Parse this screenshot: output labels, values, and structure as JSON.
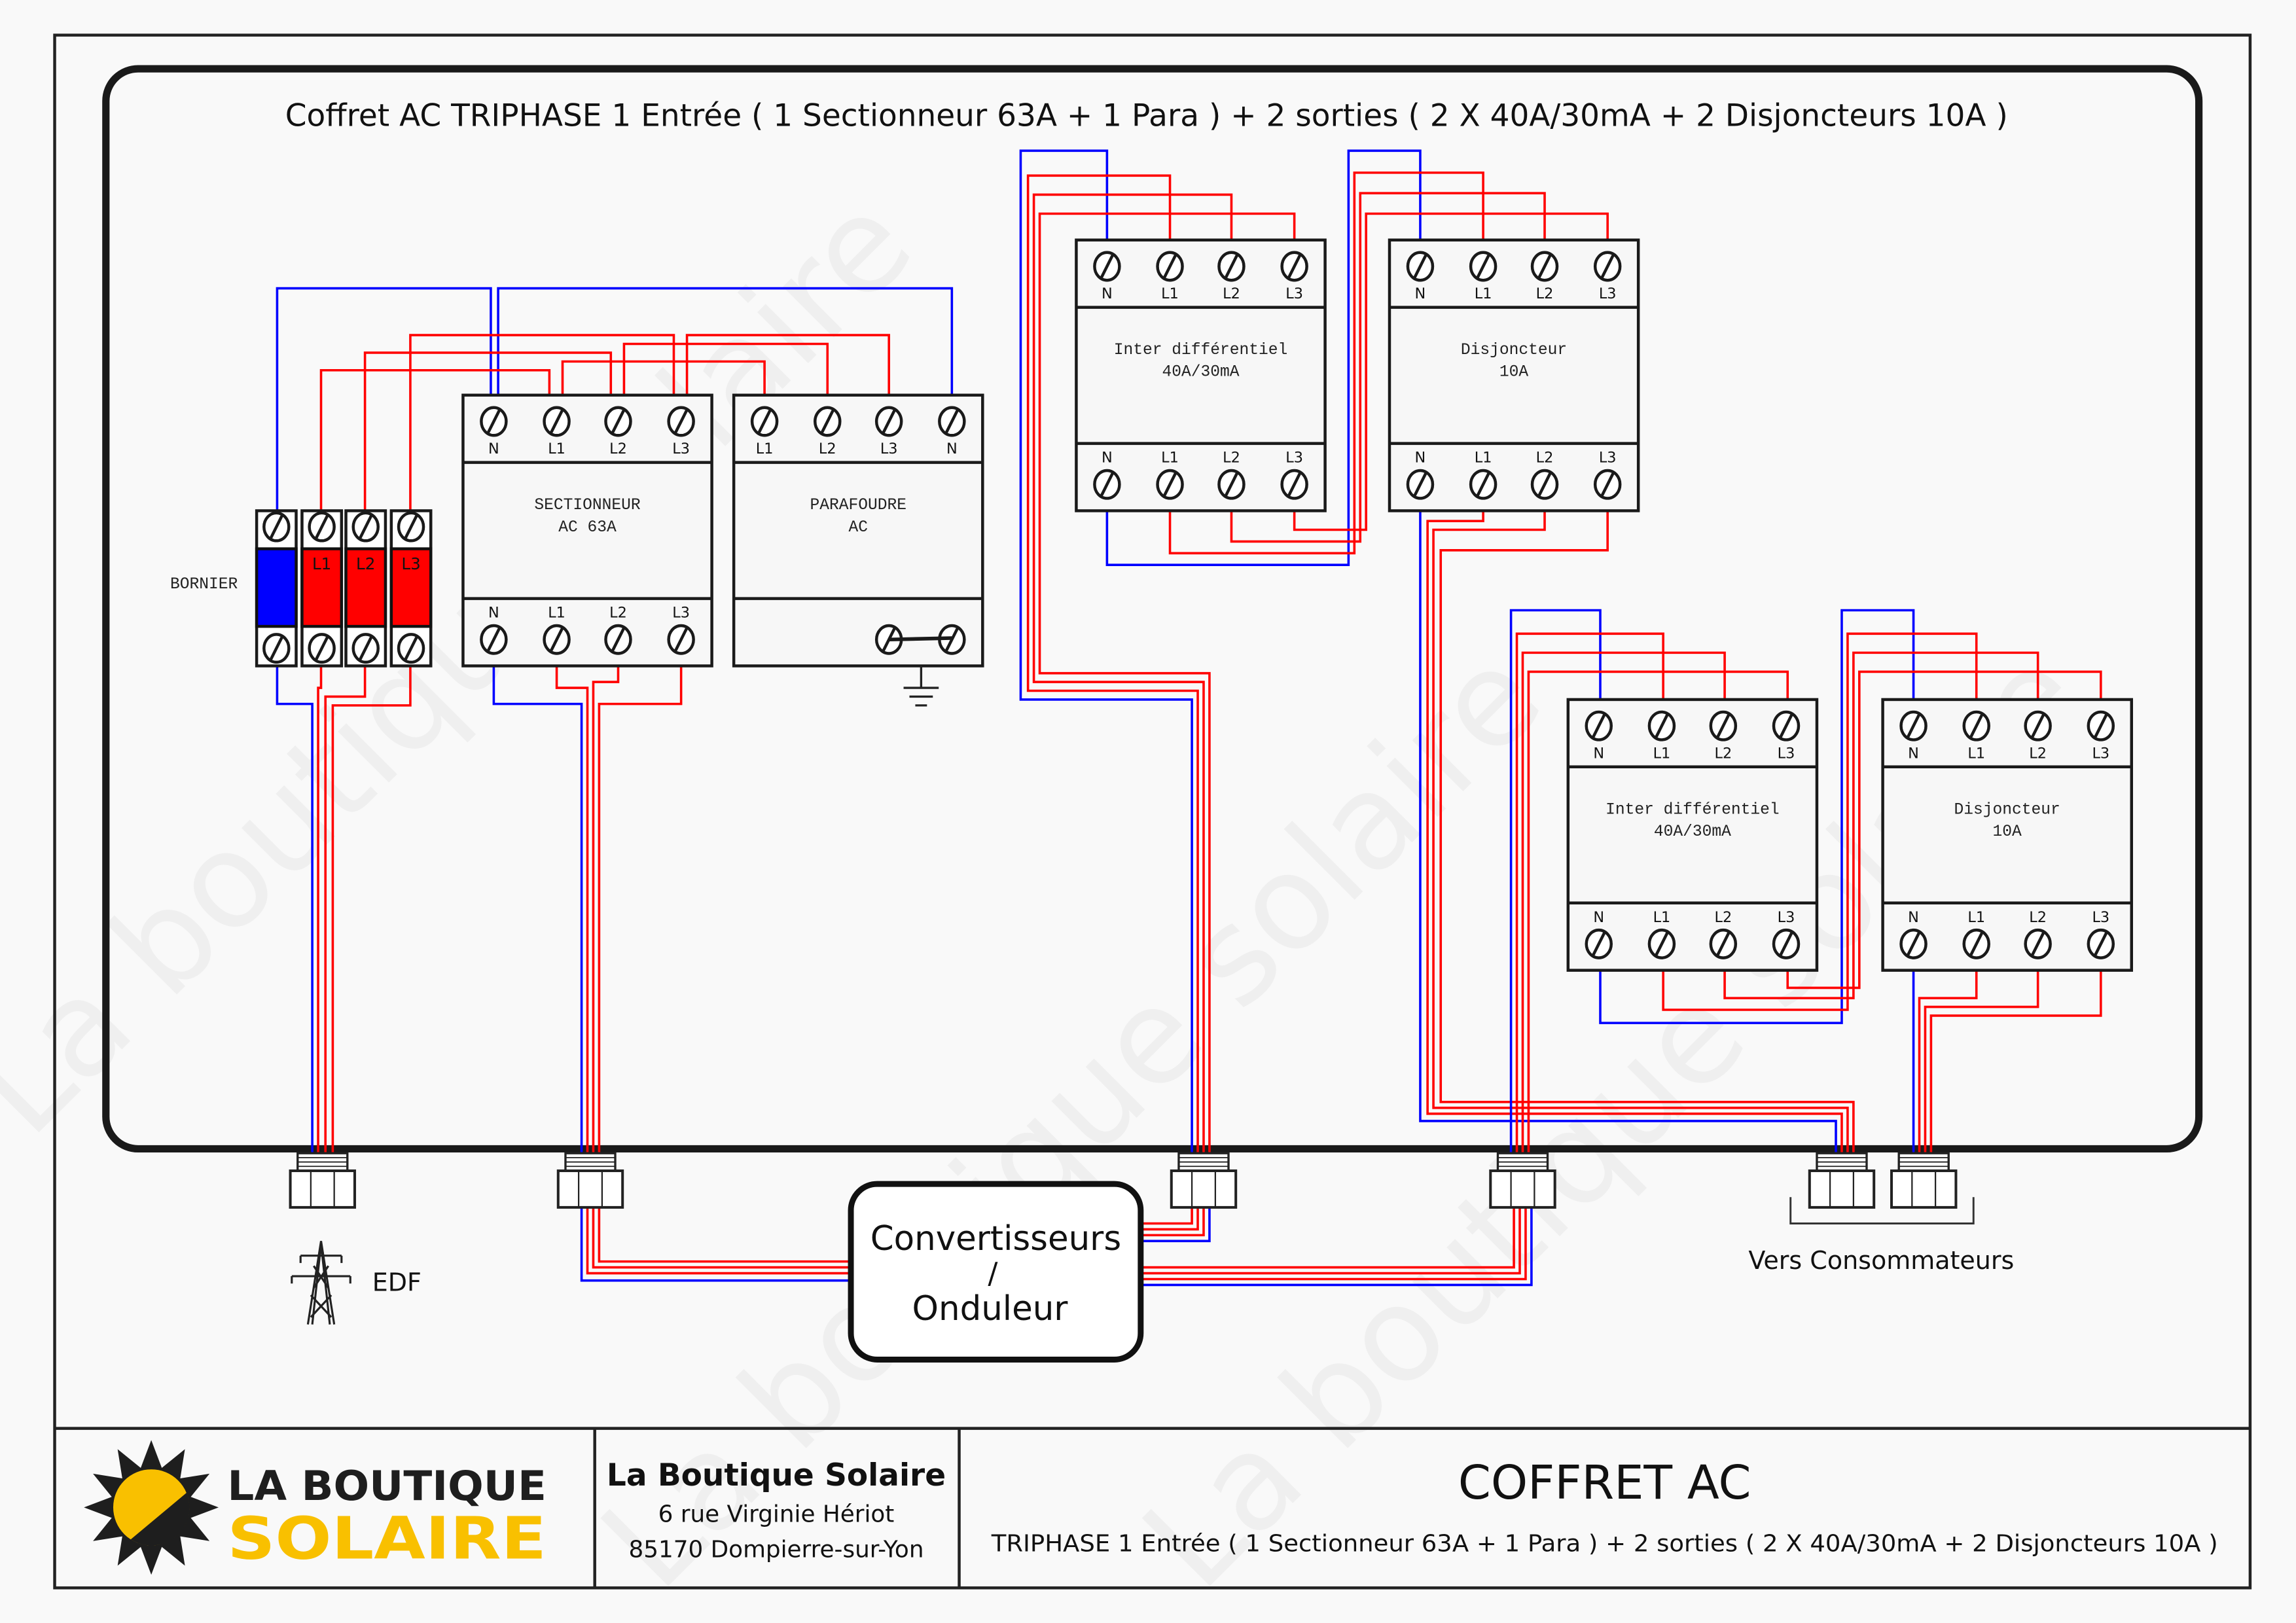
{
  "header": {
    "title": "Coffret AC TRIPHASE 1 Entrée ( 1 Sectionneur 63A + 1 Para ) + 2 sorties ( 2 X 40A/30mA  + 2  Disjoncteurs 10A )"
  },
  "colors": {
    "neutral": "#0000ff",
    "phase": "#ff0000",
    "frame": "#222222",
    "brand_yellow": "#f9c000"
  },
  "bornier": {
    "label": "BORNIER",
    "terminals": [
      "",
      "L1",
      "L2",
      "L3"
    ]
  },
  "modules": [
    {
      "id": "sectionneur",
      "line1": "SECTIONNEUR",
      "line2": "AC  63A",
      "top": [
        "N",
        "L1",
        "L2",
        "L3"
      ],
      "bottom": [
        "N",
        "L1",
        "L2",
        "L3"
      ]
    },
    {
      "id": "parafoudre",
      "line1": "PARAFOUDRE",
      "line2": "AC",
      "top": [
        "L1",
        "L2",
        "L3",
        "N"
      ],
      "bottom": []
    },
    {
      "id": "inter1",
      "line1": "Inter différentiel",
      "line2": "40A/30mA",
      "top": [
        "N",
        "L1",
        "L2",
        "L3"
      ],
      "bottom": [
        "N",
        "L1",
        "L2",
        "L3"
      ]
    },
    {
      "id": "disj1",
      "line1": "Disjoncteur",
      "line2": "10A",
      "top": [
        "N",
        "L1",
        "L2",
        "L3"
      ],
      "bottom": [
        "N",
        "L1",
        "L2",
        "L3"
      ]
    },
    {
      "id": "inter2",
      "line1": "Inter différentiel",
      "line2": "40A/30mA",
      "top": [
        "N",
        "L1",
        "L2",
        "L3"
      ],
      "bottom": [
        "N",
        "L1",
        "L2",
        "L3"
      ]
    },
    {
      "id": "disj2",
      "line1": "Disjoncteur",
      "line2": "10A",
      "top": [
        "N",
        "L1",
        "L2",
        "L3"
      ],
      "bottom": [
        "N",
        "L1",
        "L2",
        "L3"
      ]
    }
  ],
  "converter": {
    "line1": "Convertisseurs",
    "line2": "/",
    "line3": "Onduleur"
  },
  "edf_label": "EDF",
  "consumers_label": "Vers Consommateurs",
  "footer": {
    "logo_line1": "LA BOUTIQUE",
    "logo_line2": "SOLAIRE",
    "company": "La Boutique Solaire",
    "address1": "6 rue Virginie Hériot",
    "address2": "85170 Dompierre-sur-Yon",
    "doc_title": "COFFRET AC",
    "doc_subtitle": "TRIPHASE 1 Entrée ( 1 Sectionneur 63A + 1 Para ) + 2 sorties ( 2 X 40A/30mA  + 2  Disjoncteurs 10A )"
  },
  "watermark": "La boutique solaire"
}
